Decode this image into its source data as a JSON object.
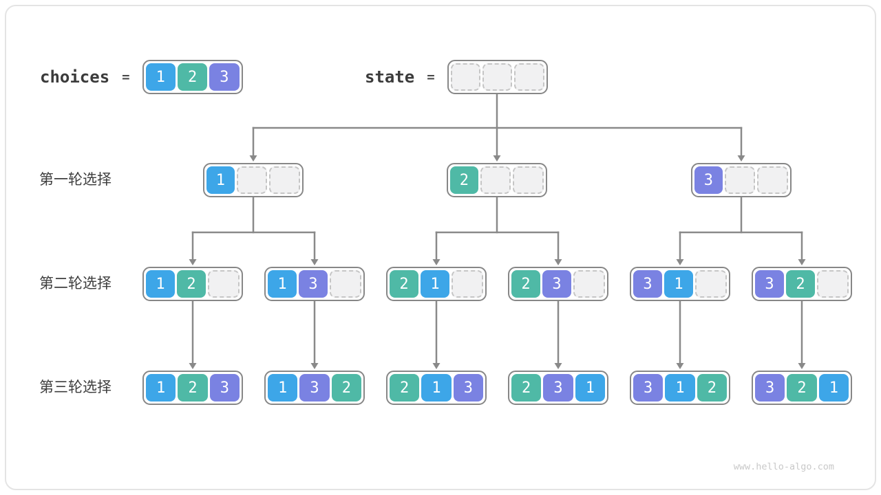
{
  "colors": {
    "1": "#3DA6E8",
    "2": "#4FB9A6",
    "3": "#7A82E2",
    "node_border": "#878787",
    "empty_fill": "#F1F1F2",
    "empty_border": "#C5C5C5",
    "arrow": "#898989",
    "text": "#3B3B3B",
    "watermark": "#C9C9C9"
  },
  "header": {
    "choices_label": "choices",
    "choices_equals": "=",
    "choices_values": [
      1,
      2,
      3
    ],
    "state_label": "state",
    "state_equals": "=",
    "state_cells": [
      null,
      null,
      null
    ]
  },
  "rows": [
    {
      "label": "第一轮选择",
      "nodes": [
        [
          1,
          null,
          null
        ],
        [
          2,
          null,
          null
        ],
        [
          3,
          null,
          null
        ]
      ]
    },
    {
      "label": "第二轮选择",
      "nodes": [
        [
          1,
          2,
          null
        ],
        [
          1,
          3,
          null
        ],
        [
          2,
          1,
          null
        ],
        [
          2,
          3,
          null
        ],
        [
          3,
          1,
          null
        ],
        [
          3,
          2,
          null
        ]
      ]
    },
    {
      "label": "第三轮选择",
      "nodes": [
        [
          1,
          2,
          3
        ],
        [
          1,
          3,
          2
        ],
        [
          2,
          1,
          3
        ],
        [
          2,
          3,
          1
        ],
        [
          3,
          1,
          2
        ],
        [
          3,
          2,
          1
        ]
      ]
    }
  ],
  "watermark": "www.hello-algo.com"
}
